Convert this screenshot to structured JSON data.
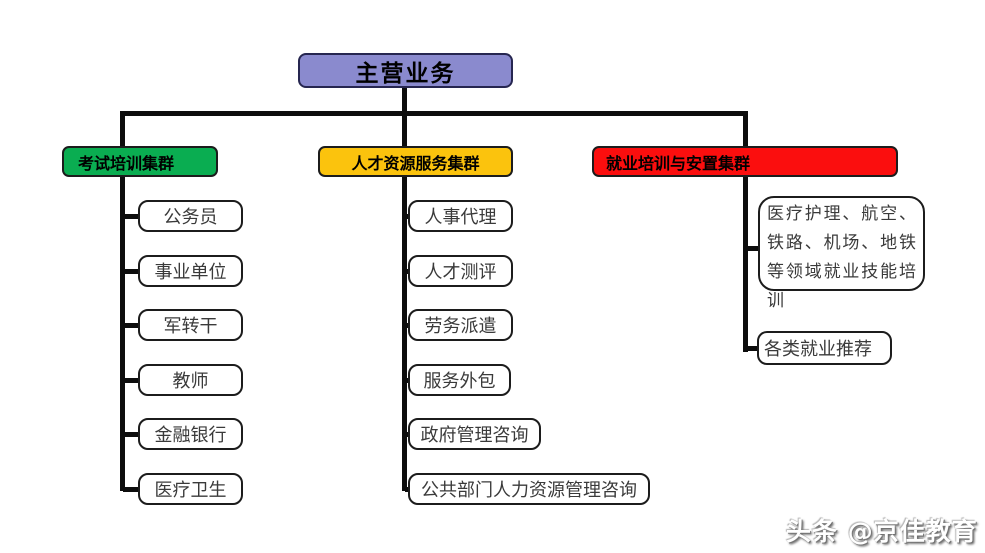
{
  "colors": {
    "root_bg": "#8a8ace",
    "cluster1_bg": "#0aad51",
    "cluster2_bg": "#fbc30d",
    "cluster3_bg": "#fb0e0e",
    "line": "#0d0d0d"
  },
  "root": {
    "label": "主营业务"
  },
  "clusters": [
    {
      "label": "考试培训集群",
      "children": [
        "公务员",
        "事业单位",
        "军转干",
        "教师",
        "金融银行",
        "医疗卫生"
      ]
    },
    {
      "label": "人才资源服务集群",
      "children": [
        "人事代理",
        "人才测评",
        "劳务派遣",
        "服务外包",
        "政府管理咨询",
        "公共部门人力资源管理咨询"
      ]
    },
    {
      "label": "就业培训与安置集群",
      "children": [
        "医疗护理、航空、铁路、机场、地铁等领域就业技能培训",
        "各类就业推荐"
      ]
    }
  ],
  "watermark": {
    "text": "头条 @京佳教育"
  }
}
